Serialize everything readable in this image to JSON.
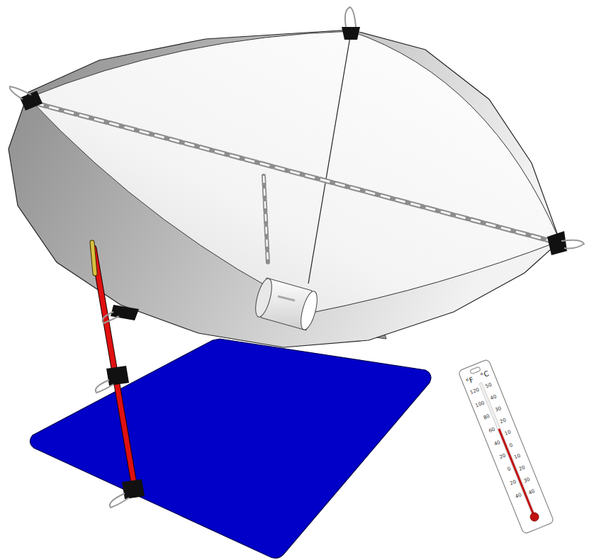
{
  "diagram": {
    "labels": [
      "°F",
      "°C",
      "120",
      "100",
      "80",
      "60",
      "40",
      "20",
      "0",
      "20",
      "40",
      "50",
      "40",
      "30",
      "20",
      "10",
      "0",
      "10",
      "20",
      "30",
      "40"
    ]
  }
}
